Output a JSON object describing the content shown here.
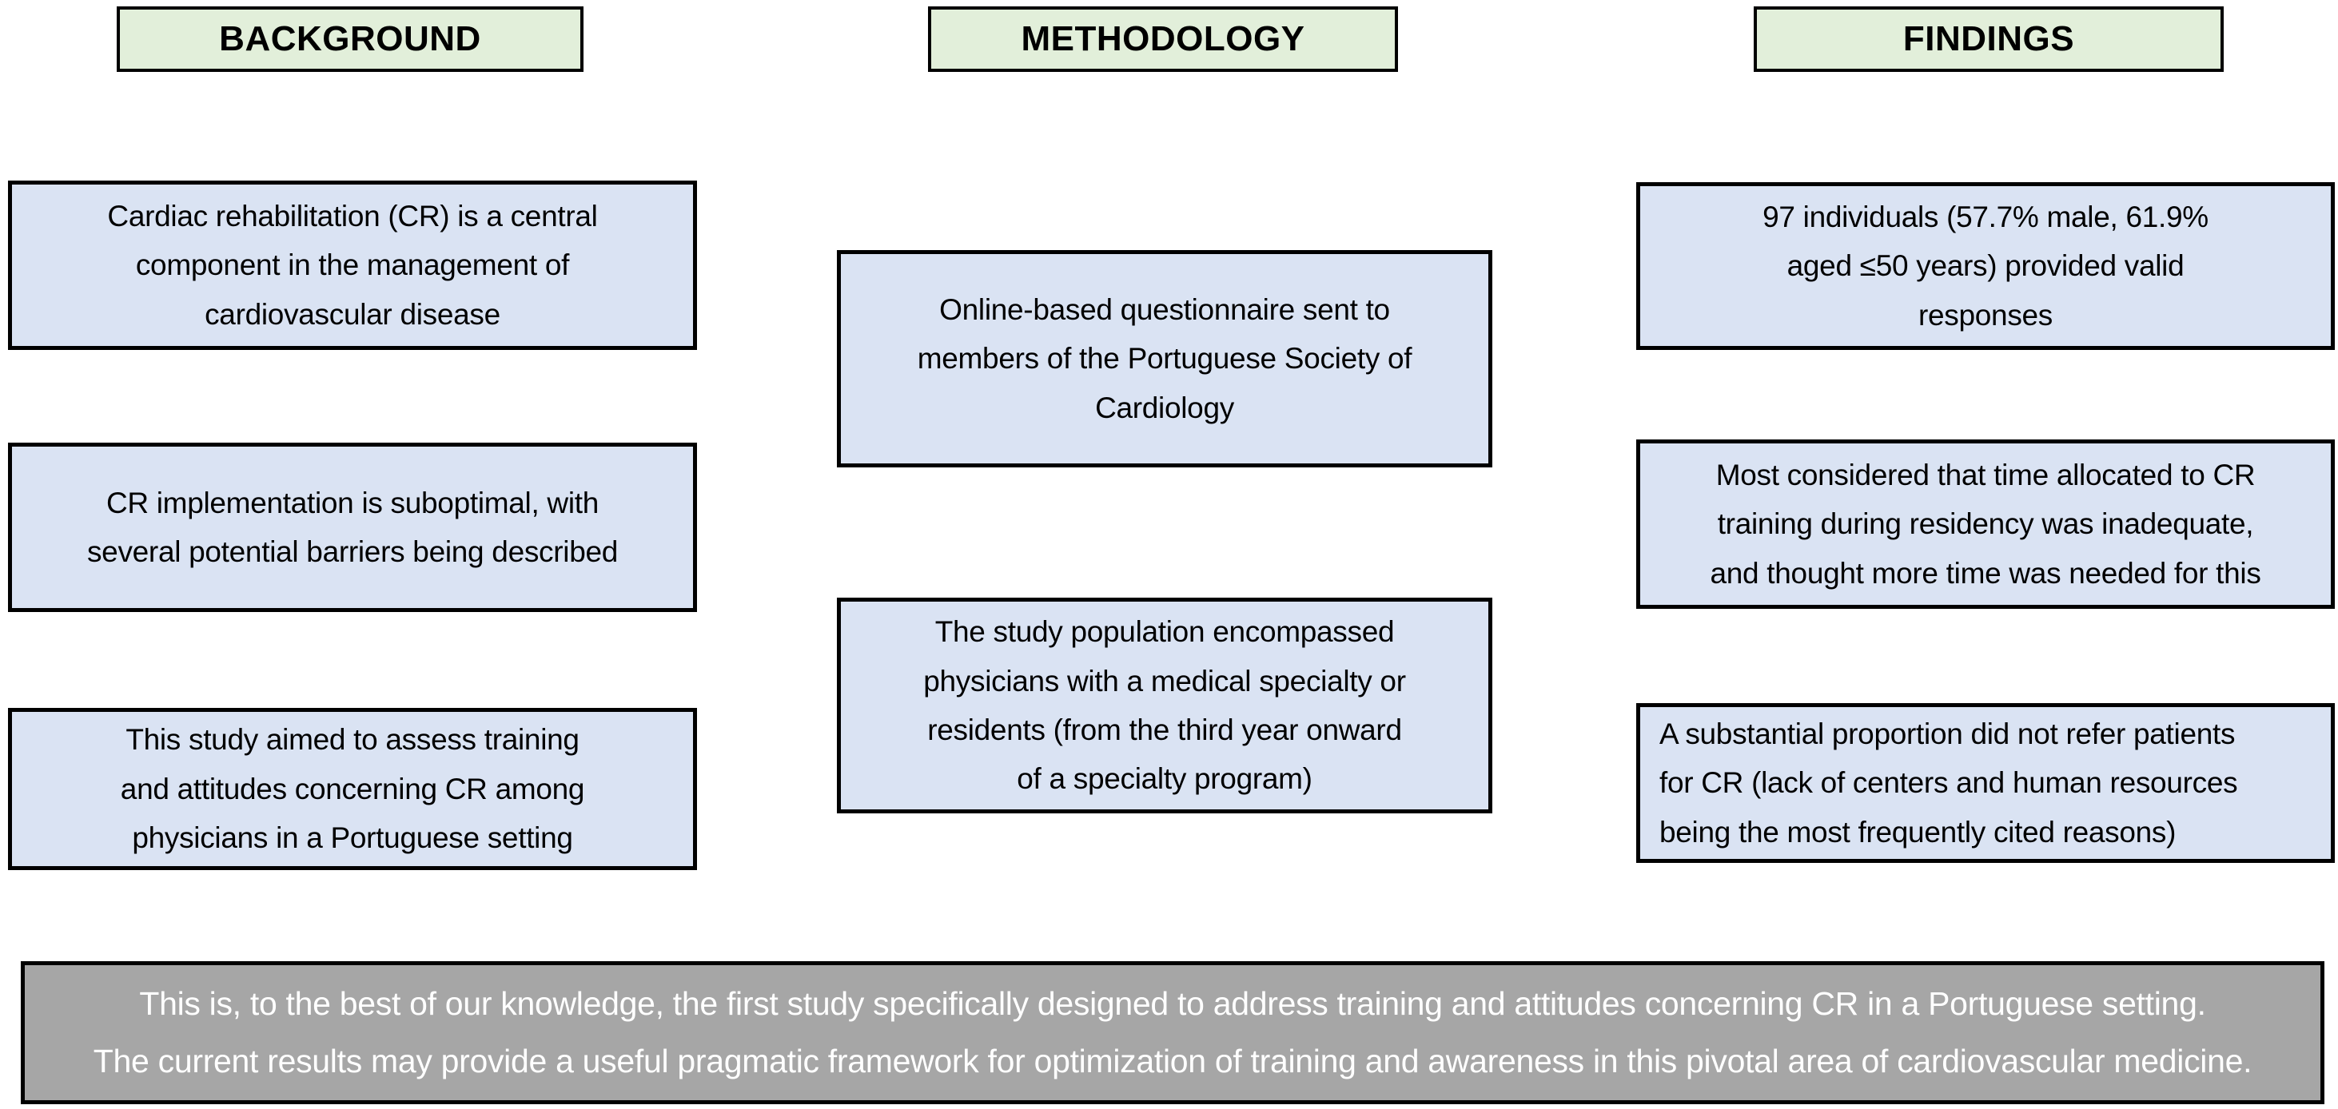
{
  "colors": {
    "header_bg": "#e2efda",
    "content_box_bg": "#dae3f3",
    "summary_bg": "#a6a6a6",
    "border": "#000000",
    "text": "#000000",
    "summary_text": "#ffffff"
  },
  "columns": [
    {
      "header": "BACKGROUND",
      "boxes": [
        "Cardiac rehabilitation (CR) is a central\ncomponent in the management of\ncardiovascular disease",
        "CR implementation is suboptimal, with\nseveral potential barriers being described",
        "This study aimed to assess training\nand attitudes concerning CR among\nphysicians in a Portuguese setting"
      ]
    },
    {
      "header": "METHODOLOGY",
      "boxes": [
        "Online-based questionnaire sent to\nmembers of the Portuguese Society of\nCardiology",
        "The study population encompassed\nphysicians with a medical specialty or\nresidents (from the third year onward\nof a specialty program)"
      ]
    },
    {
      "header": "FINDINGS",
      "boxes": [
        "97 individuals (57.7% male, 61.9%\naged ≤50 years) provided valid\nresponses",
        "Most considered that time allocated to CR\ntraining during residency was inadequate,\nand thought more time was needed for this",
        "A substantial proportion did not refer patients\nfor CR (lack of centers and human resources\nbeing the most frequently cited reasons)"
      ]
    }
  ],
  "summary": {
    "lines": [
      "This is, to the best of our knowledge, the first study specifically designed to address training and attitudes concerning CR in a Portuguese setting.",
      "The current results may provide a useful pragmatic framework for optimization of training and awareness in this pivotal area of cardiovascular medicine."
    ]
  }
}
